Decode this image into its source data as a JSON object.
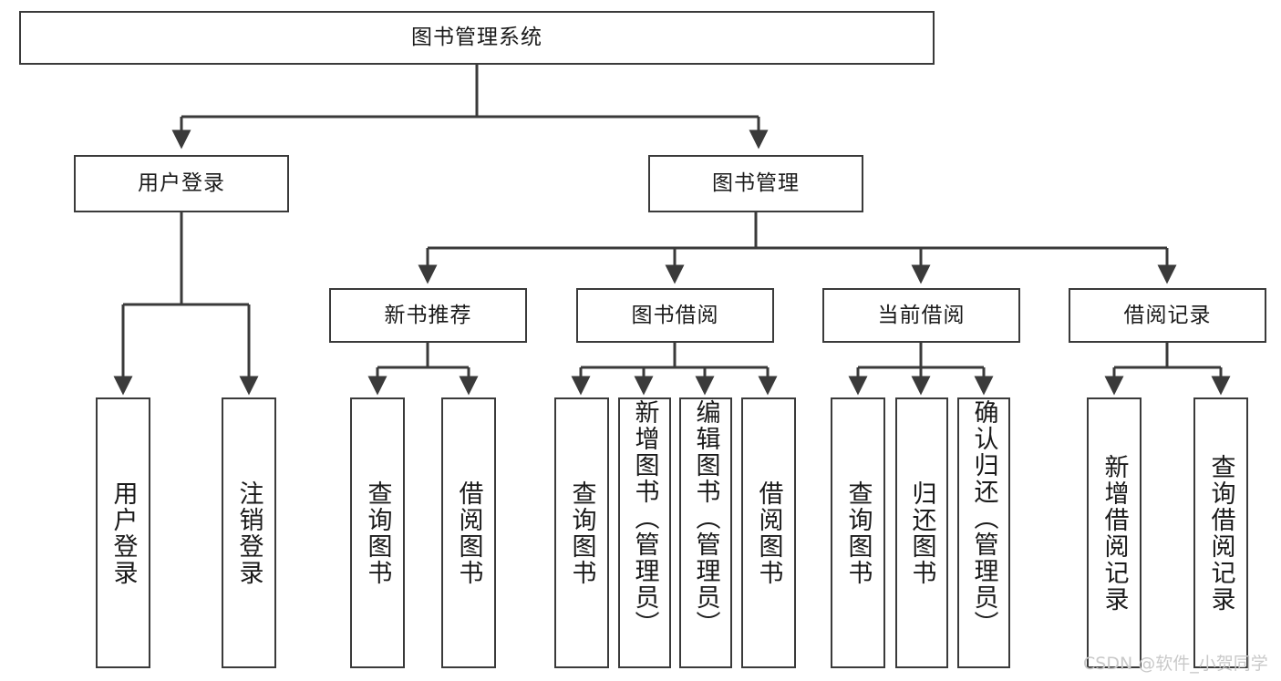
{
  "diagram": {
    "type": "tree-hierarchy",
    "title": "图书管理系统",
    "orientation": "top-down",
    "line_color": "#3a3a3a",
    "box_fill": "#ffffff",
    "text_color": "#1a1a1a"
  },
  "nodes": {
    "root": {
      "label": "图书管理系统"
    },
    "level1": [
      {
        "label": "用户登录"
      },
      {
        "label": "图书管理"
      }
    ],
    "level2": [
      {
        "label": "新书推荐"
      },
      {
        "label": "图书借阅"
      },
      {
        "label": "当前借阅"
      },
      {
        "label": "借阅记录"
      }
    ],
    "leaves": {
      "user_login": [
        {
          "label": "用户登录"
        },
        {
          "label": "注销登录"
        }
      ],
      "new_book_recommend": [
        {
          "label": "查询图书"
        },
        {
          "label": "借阅图书"
        }
      ],
      "book_borrow": [
        {
          "label": "查询图书"
        },
        {
          "label": "新增图书（管理员）"
        },
        {
          "label": "编辑图书（管理员）"
        },
        {
          "label": "借阅图书"
        }
      ],
      "current_borrow": [
        {
          "label": "查询图书"
        },
        {
          "label": "归还图书"
        },
        {
          "label": "确认归还（管理员）"
        }
      ],
      "borrow_record": [
        {
          "label": "新增借阅记录"
        },
        {
          "label": "查询借阅记录"
        }
      ]
    }
  },
  "watermark": {
    "text": "CSDN @软件_小贺同学"
  }
}
